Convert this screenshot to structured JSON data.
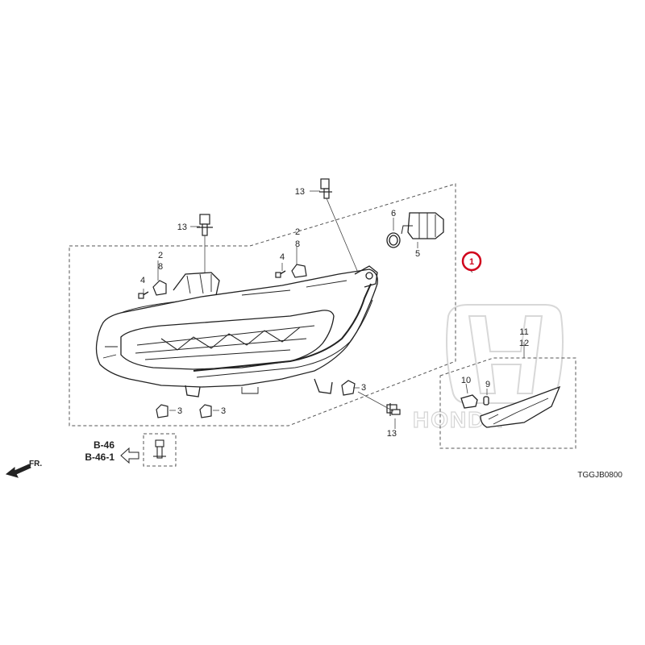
{
  "diagram": {
    "drawing_code": "TGGJB0800",
    "highlighted_part": "1",
    "watermark": "HONDA",
    "front_indicator": "FR.",
    "references": [
      "B-46",
      "B-46-1"
    ],
    "callouts": {
      "c1": "1",
      "c2a": "2",
      "c8a": "8",
      "c4a": "4",
      "c2b": "2",
      "c8b": "8",
      "c4b": "4",
      "c3a": "3",
      "c3b": "3",
      "c3c": "3",
      "c5": "5",
      "c6": "6",
      "c9": "9",
      "c10": "10",
      "c11": "11",
      "c12": "12",
      "c13a": "13",
      "c13b": "13",
      "c13c": "13"
    }
  }
}
